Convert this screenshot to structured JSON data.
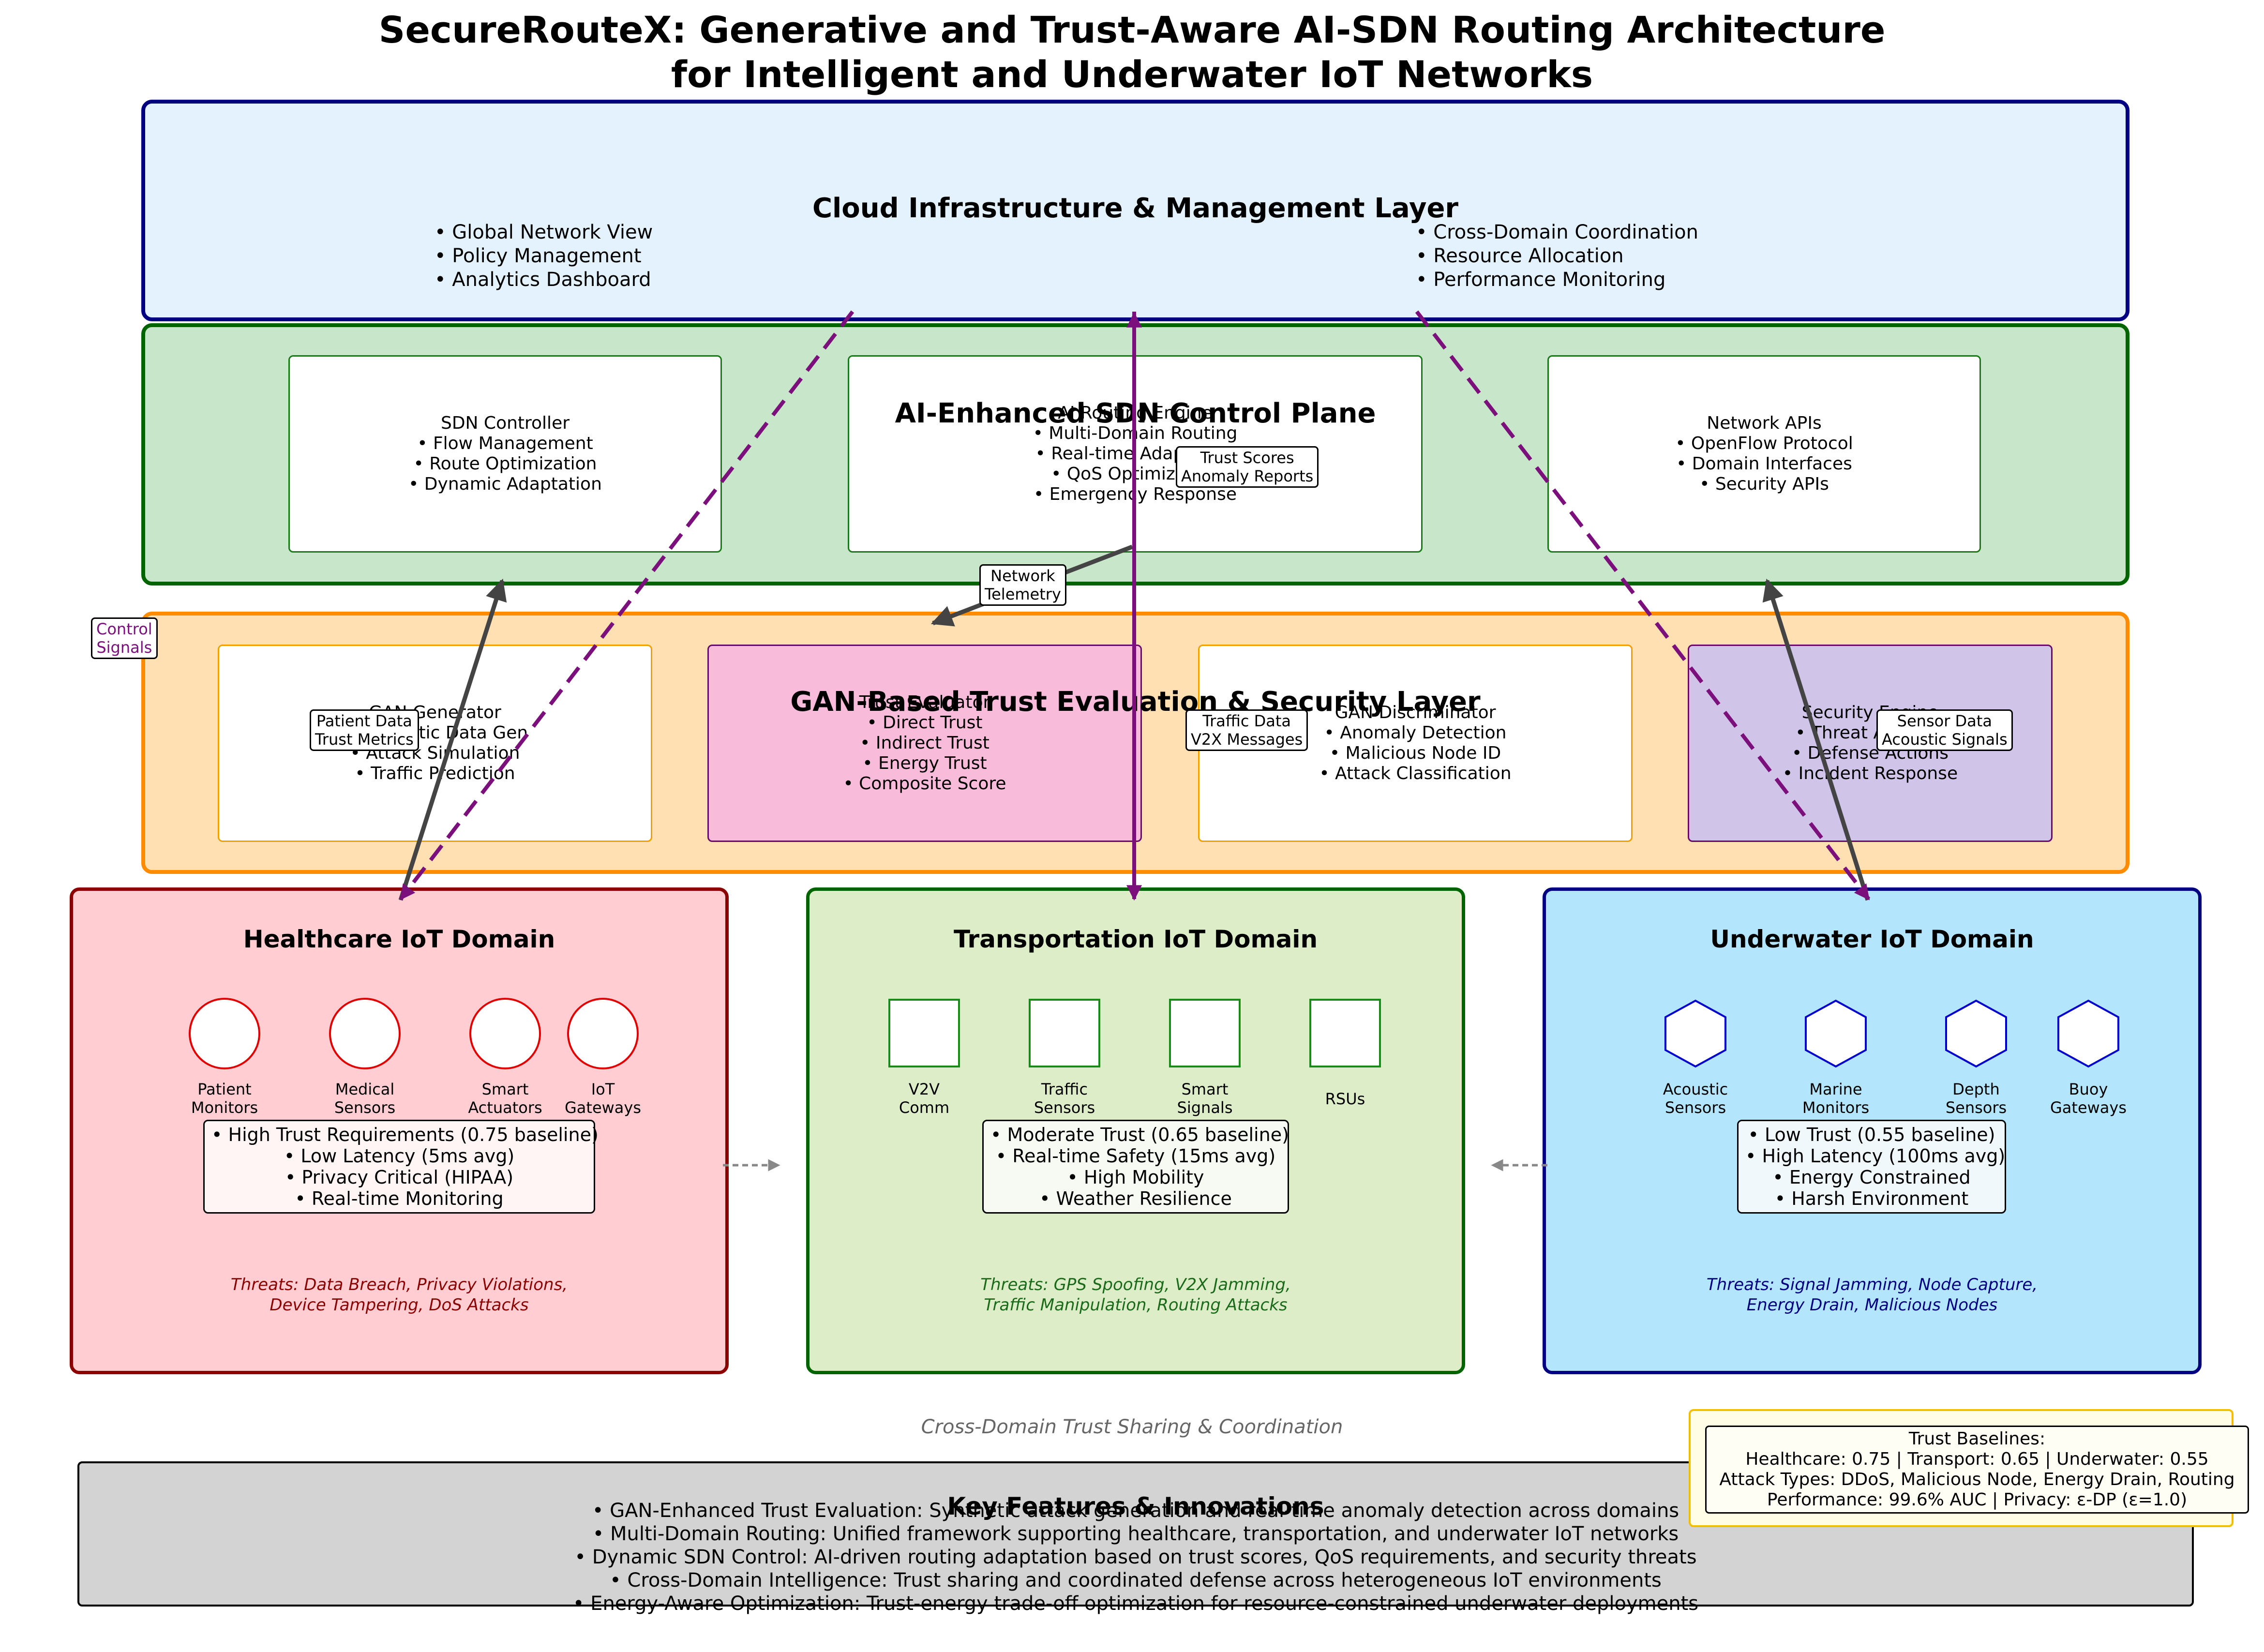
{
  "title": "SecureRouteX: Generative and Trust-Aware AI-SDN Routing Architecture\nfor Intelligent and Underwater IoT Networks",
  "cloud_layer": {
    "title": "Cloud Infrastructure & Management Layer",
    "left_bullets": "• Global Network View\n• Policy Management\n• Analytics Dashboard",
    "right_bullets": "• Cross-Domain Coordination\n• Resource Allocation\n• Performance Monitoring"
  },
  "sdn_layer": {
    "title": "AI-Enhanced SDN Control Plane",
    "boxes": [
      "SDN Controller\n• Flow Management\n• Route Optimization\n• Dynamic Adaptation",
      "AI Routing Engine\n• Multi-Domain Routing\n• Real-time Adaptation\n• QoS Optimization\n• Emergency Response",
      "Network APIs\n• OpenFlow Protocol\n• Domain Interfaces\n• Security APIs"
    ]
  },
  "gan_layer": {
    "title": "GAN-Based Trust Evaluation & Security Layer",
    "boxes": [
      "GAN Generator\n• Synthetic Data Gen\n• Attack Simulation\n• Traffic Prediction",
      "Trust Evaluator\n• Direct Trust\n• Indirect Trust\n• Energy Trust\n• Composite Score",
      "GAN Discriminator\n• Anomaly Detection\n• Malicious Node ID\n• Attack Classification",
      "Security Engine\n• Threat Analysis\n• Defense Actions\n• Incident Response"
    ]
  },
  "flow_labels": {
    "control_signals": "Control\nSignals",
    "network_telemetry": "Network\nTelemetry",
    "trust_scores": "Trust Scores\nAnomaly Reports",
    "patient_data": "Patient Data\nTrust Metrics",
    "traffic_data": "Traffic Data\nV2X Messages",
    "sensor_data": "Sensor Data\nAcoustic Signals"
  },
  "domains": {
    "healthcare": {
      "title": "Healthcare IoT Domain",
      "devices": [
        "Patient\nMonitors",
        "Medical\nSensors",
        "Smart\nActuators",
        "IoT\nGateways"
      ],
      "requirements": "• High Trust Requirements (0.75 baseline)\n• Low Latency (5ms avg)\n• Privacy Critical (HIPAA)\n• Real-time Monitoring",
      "threats": "Threats: Data Breach, Privacy Violations,\nDevice Tampering, DoS Attacks"
    },
    "transportation": {
      "title": "Transportation IoT Domain",
      "devices": [
        "V2V\nComm",
        "Traffic\nSensors",
        "Smart\nSignals",
        "RSUs"
      ],
      "requirements": "• Moderate Trust (0.65 baseline)\n• Real-time Safety (15ms avg)\n• High Mobility\n• Weather Resilience",
      "threats": "Threats: GPS Spoofing, V2X Jamming,\nTraffic Manipulation, Routing Attacks"
    },
    "underwater": {
      "title": "Underwater IoT Domain",
      "devices": [
        "Acoustic\nSensors",
        "Marine\nMonitors",
        "Depth\nSensors",
        "Buoy\nGateways"
      ],
      "requirements": "• Low Trust (0.55 baseline)\n• High Latency (100ms avg)\n• Energy Constrained\n• Harsh Environment",
      "threats": "Threats: Signal Jamming, Node Capture,\nEnergy Drain, Malicious Nodes"
    }
  },
  "cross_domain_label": "Cross-Domain Trust Sharing & Coordination",
  "key_features": {
    "title": "Key Features & Innovations",
    "items": "• GAN-Enhanced Trust Evaluation: Synthetic attack generation and real-time anomaly detection across domains\n• Multi-Domain Routing: Unified framework supporting healthcare, transportation, and underwater IoT networks\n• Dynamic SDN Control: AI-driven routing adaptation based on trust scores, QoS requirements, and security threats\n• Cross-Domain Intelligence: Trust sharing and coordinated defense across heterogeneous IoT environments\n• Energy-Aware Optimization: Trust-energy trade-off optimization for resource-constrained underwater deployments"
  },
  "baselines": "Trust Baselines:\nHealthcare: 0.75 | Transport: 0.65 | Underwater: 0.55\nAttack Types: DDoS, Malicious Node, Energy Drain, Routing\nPerformance: 99.6% AUC | Privacy: ε-DP (ε=1.0)",
  "colors": {
    "cloud_fill": "#e3f2fd",
    "cloud_border": "#000080",
    "sdn_fill": "#c8e6c9",
    "sdn_border": "#006400",
    "gan_fill": "#ffe0b2",
    "gan_border": "#ff8c00",
    "trust_fill": "#f8bbd9",
    "security_fill": "#d1c4e9",
    "health_fill": "#ffcdd2",
    "health_border": "#8b0000",
    "transport_fill": "#dcedc8",
    "transport_border": "#006400",
    "underwater_fill": "#b3e5fc",
    "underwater_border": "#000080",
    "features_fill": "#d3d3d3",
    "control_arrow": "#7b0f7b"
  }
}
